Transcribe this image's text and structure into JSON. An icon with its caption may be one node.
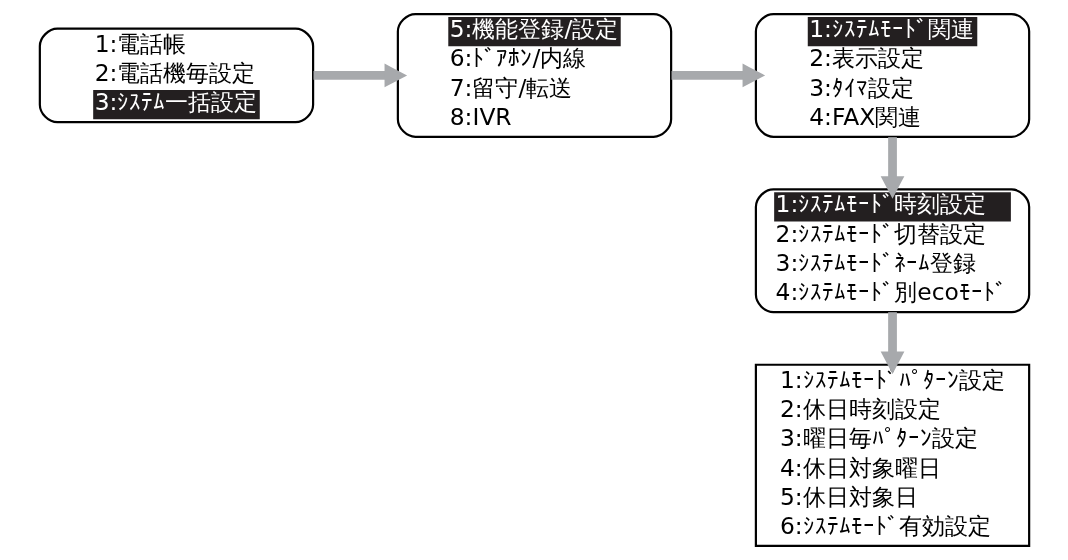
{
  "diagram": {
    "nodes": [
      {
        "text": [
          "1:電話帳",
          "2:電話機毎設定",
          "3:ｼｽﾃﾑ一括設定"
        ]
      },
      {
        "text": [
          "5:機能登録/設定",
          "6:ﾄﾞｱﾎﾝ/内線",
          "7:留守/転送",
          "8:IVR"
        ]
      },
      {
        "text": [
          "1:ｼｽﾃﾑﾓｰﾄﾞ関連",
          "2:表示設定",
          "3:ﾀｲﾏ設定",
          "4:FAX関連"
        ]
      },
      {
        "text": [
          "1:ｼｽﾃﾑﾓｰﾄﾞ時刻設定",
          "2:ｼｽﾃﾑﾓｰﾄﾞ切替設定",
          "3:ｼｽﾃﾑﾓｰﾄﾞﾈｰﾑ登録",
          "4:ｼｽﾃﾑﾓｰﾄﾞ別ecoﾓｰﾄﾞ"
        ]
      },
      {
        "text": [
          "1:ｼｽﾃﾑﾓｰﾄﾞﾊﾟﾀｰﾝ設定",
          "2:休日時刻設定",
          "3:曜日毎ﾊﾟﾀｰﾝ設定",
          "4:休日対象曜日",
          "5:休日対象日",
          "6:ｼｽﾃﾑﾓｰﾄﾞ有効設定"
        ]
      }
    ],
    "edges": [
      {
        "from": 0,
        "to": 1,
        "arrow": "to"
      },
      {
        "from": 1,
        "to": 2,
        "arrow": "to"
      },
      {
        "from": 2,
        "to": 3,
        "arrow": "to"
      },
      {
        "from": 3,
        "to": 4,
        "arrow": "to"
      }
    ]
  }
}
